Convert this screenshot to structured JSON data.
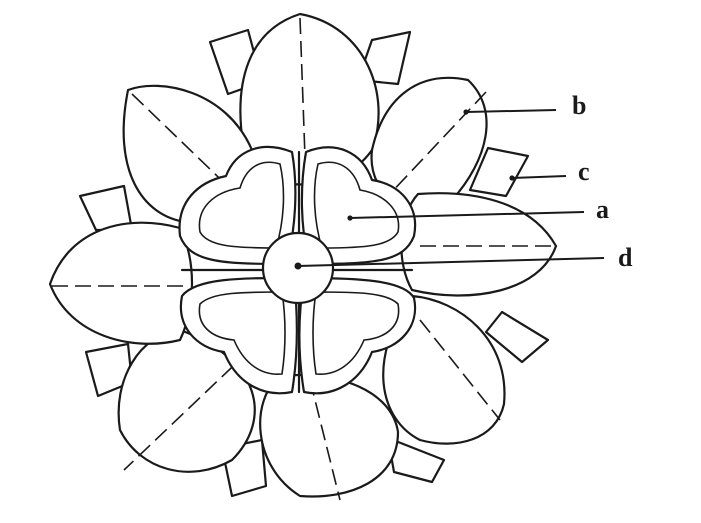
{
  "labels": {
    "a": "a",
    "b": "b",
    "c": "c",
    "d": "d"
  }
}
